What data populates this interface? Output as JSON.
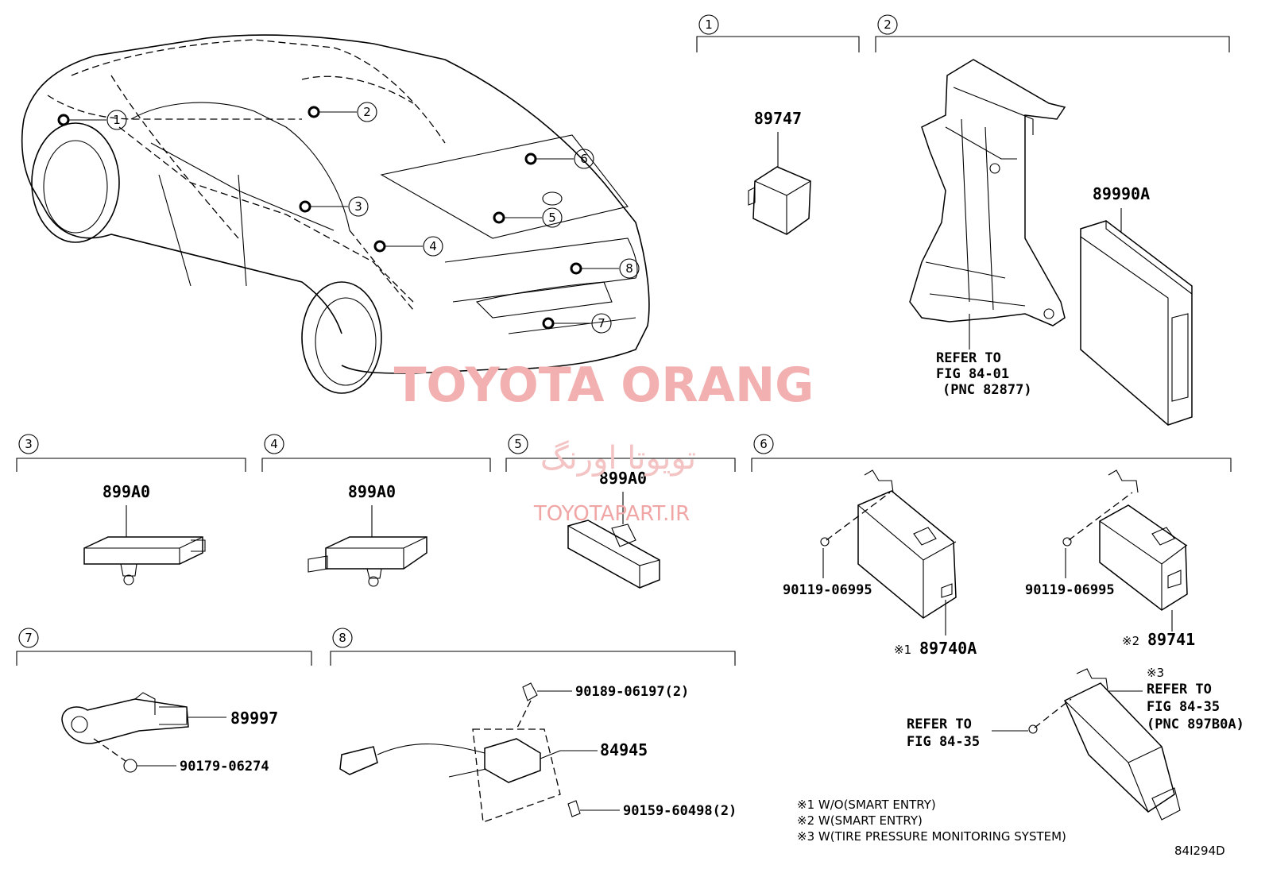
{
  "watermark": {
    "title": "TOYOTA ORANG",
    "persian": "تویوتا اورنگ",
    "url": "TOYOTAPART.IR"
  },
  "callouts": [
    "1",
    "2",
    "3",
    "4",
    "5",
    "6",
    "7",
    "8"
  ],
  "sections": {
    "s1": {
      "num": "1",
      "part": "89747"
    },
    "s2": {
      "num": "2",
      "part": "89990A",
      "refer_line1": "REFER TO",
      "refer_line2": "FIG 84-01",
      "refer_line3": "(PNC 82877)"
    },
    "s3": {
      "num": "3",
      "part": "899A0"
    },
    "s4": {
      "num": "4",
      "part": "899A0"
    },
    "s5": {
      "num": "5",
      "part": "899A0"
    },
    "s6": {
      "num": "6",
      "bolt_a": "90119-06995",
      "bolt_b": "90119-06995",
      "part_a_mark": "※1",
      "part_a": "89740A",
      "part_b_mark": "※2",
      "part_b": "89741",
      "refer3_mark": "※3",
      "refer3_line1": "REFER TO",
      "refer3_line2": "FIG 84-35",
      "refer3_line3": "(PNC 897B0A)",
      "refer_bolt_line1": "REFER TO",
      "refer_bolt_line2": "FIG 84-35"
    },
    "s7": {
      "num": "7",
      "part": "89997",
      "clip": "90179-06274"
    },
    "s8": {
      "num": "8",
      "nut": "90189-06197(2)",
      "part": "84945",
      "screw": "90159-60498(2)"
    }
  },
  "notes": [
    "※1 W/O(SMART ENTRY)",
    "※2 W(SMART ENTRY)",
    "※3 W(TIRE PRESSURE MONITORING SYSTEM)"
  ],
  "figure_code": "84I294D"
}
